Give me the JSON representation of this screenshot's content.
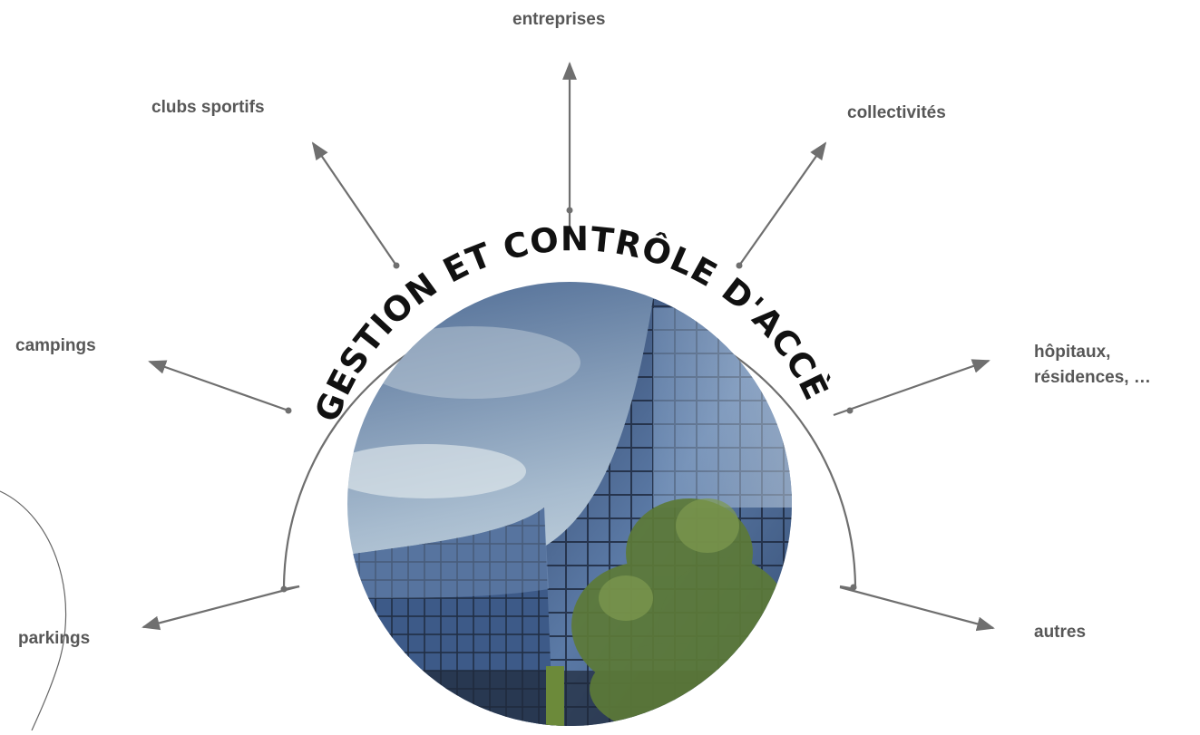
{
  "colors": {
    "line": "#6f6f6f",
    "label": "#575757",
    "title": "#111111",
    "sky_top": "#4f6c95",
    "sky_bottom": "#e3eced",
    "glass": "#3a5079",
    "glass_light": "#9fb7d4",
    "tree": "#5d7a38"
  },
  "title": "GESTION ET CONTRÔLE D'ACCÈS",
  "targets": [
    {
      "id": "entreprises",
      "lines": [
        "entreprises"
      ]
    },
    {
      "id": "clubs-sportifs",
      "lines": [
        "clubs sportifs"
      ]
    },
    {
      "id": "collectivites",
      "lines": [
        "collectivités"
      ]
    },
    {
      "id": "campings",
      "lines": [
        "campings"
      ]
    },
    {
      "id": "hopitaux",
      "lines": [
        "hôpitaux,",
        "résidences, …"
      ]
    },
    {
      "id": "parkings",
      "lines": [
        "parkings"
      ]
    },
    {
      "id": "autres",
      "lines": [
        "autres"
      ]
    }
  ],
  "photo": {
    "icon": "office-building-photo"
  }
}
